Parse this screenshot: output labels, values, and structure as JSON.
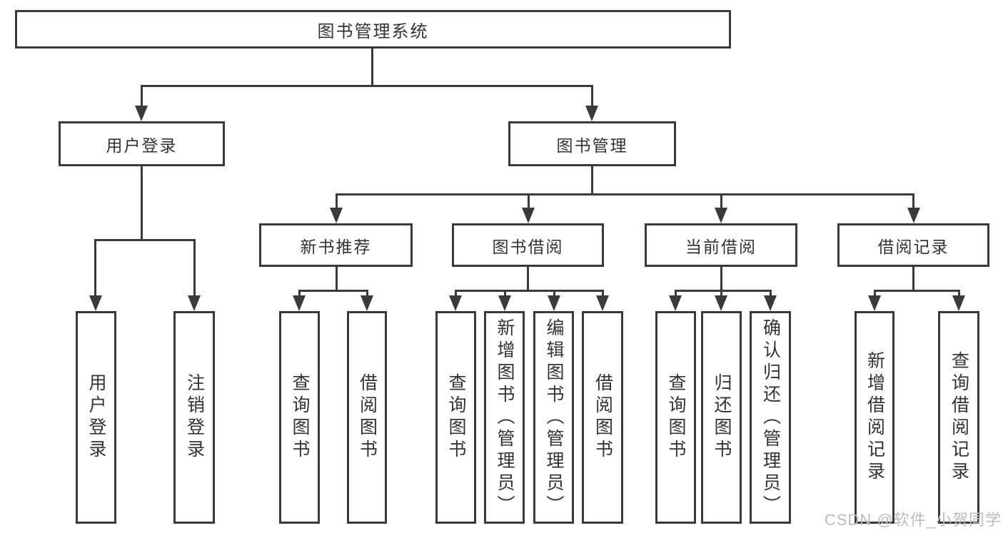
{
  "diagram": {
    "root": {
      "label": "图书管理系统"
    },
    "branches": [
      {
        "label": "用户登录",
        "children": [
          {
            "label": "用户登录"
          },
          {
            "label": "注销登录"
          }
        ]
      },
      {
        "label": "图书管理",
        "children": [
          {
            "label": "新书推荐",
            "children": [
              {
                "label": "查询图书"
              },
              {
                "label": "借阅图书"
              }
            ]
          },
          {
            "label": "图书借阅",
            "children": [
              {
                "label": "查询图书"
              },
              {
                "label": "新增图书（管理员）"
              },
              {
                "label": "编辑图书（管理员）"
              },
              {
                "label": "借阅图书"
              }
            ]
          },
          {
            "label": "当前借阅",
            "children": [
              {
                "label": "查询图书"
              },
              {
                "label": "归还图书"
              },
              {
                "label": "确认归还（管理员）"
              }
            ]
          },
          {
            "label": "借阅记录",
            "children": [
              {
                "label": "新增借阅记录"
              },
              {
                "label": "查询借阅记录"
              }
            ]
          }
        ]
      }
    ]
  },
  "watermark": {
    "text": "CSDN @软件_小贺同学"
  },
  "colors": {
    "page_bg": "#ffffff",
    "box_bg": "#ffffff",
    "box_border": "#3a3a3a",
    "line": "#3a3a3a",
    "text": "#333333",
    "watermark": "#bcbcbc"
  }
}
